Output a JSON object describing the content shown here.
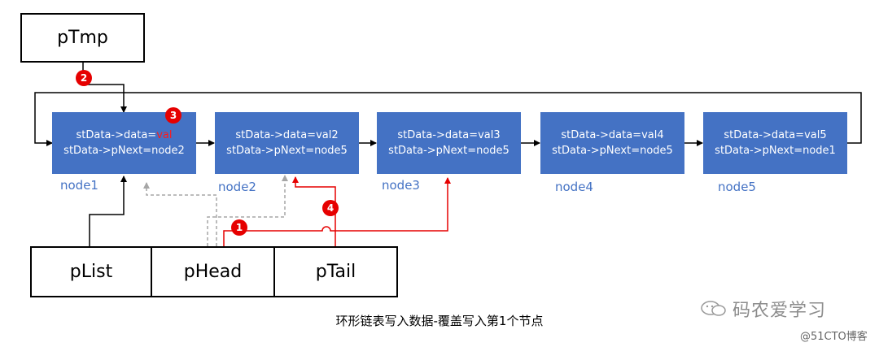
{
  "pointers": {
    "ptmp": "pTmp",
    "plist": "pList",
    "phead": "pHead",
    "ptail": "pTail"
  },
  "nodes": [
    {
      "data_prefix": "stData->data=",
      "data_value": "val",
      "next": "stData->pNext=node2",
      "label": "node1"
    },
    {
      "data_prefix": "stData->data=",
      "data_value": "val2",
      "next": "stData->pNext=node5",
      "label": "node2"
    },
    {
      "data_prefix": "stData->data=",
      "data_value": "val3",
      "next": "stData->pNext=node5",
      "label": "node3"
    },
    {
      "data_prefix": "stData->data=",
      "data_value": "val4",
      "next": "stData->pNext=node5",
      "label": "node4"
    },
    {
      "data_prefix": "stData->data=",
      "data_value": "val5",
      "next": "stData->pNext=node1",
      "label": "node5"
    }
  ],
  "steps": [
    "1",
    "2",
    "3",
    "4"
  ],
  "caption": "环形链表写入数据-覆盖写入第1个节点",
  "watermark": {
    "main": "码农爱学习",
    "sub": "@51CTO博客"
  },
  "colors": {
    "node_fill": "#4472c4",
    "step_badge": "#e60000",
    "active_arrow": "#e60000",
    "previous_arrow": "#a6a6a6",
    "highlight_text": "#ff1a1a"
  }
}
